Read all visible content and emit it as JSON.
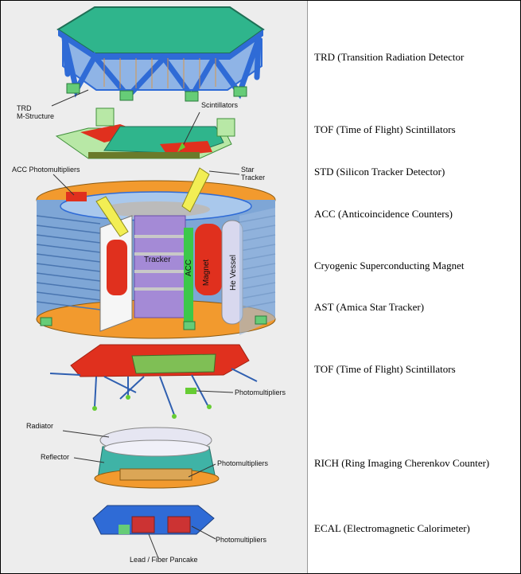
{
  "illustration_labels": {
    "trd_m_structure": "TRD\nM-Structure",
    "scintillators": "Scintillators",
    "acc_photomultipliers": "ACC Photomultipliers",
    "star_tracker": "Star\nTracker",
    "tracker": "Tracker",
    "acc": "ACC",
    "magnet": "Magnet",
    "he_vessel": "He Vessel",
    "photomultipliers_tof": "Photomultipliers",
    "radiator": "Radiator",
    "reflector": "Reflector",
    "photomultipliers_rich": "Photomultipliers",
    "photomultipliers_ecal": "Photomultipliers",
    "lead_fiber": "Lead / Fiber Pancake"
  },
  "descriptions": [
    "TRD (Transition Radiation Detector",
    "TOF (Time of Flight) Scintillators",
    "STD (Silicon Tracker Detector)",
    "ACC (Anticoincidence Counters)",
    "Cryogenic Superconducting Magnet",
    "AST (Amica Star Tracker)",
    "TOF (Time of Flight) Scintillators",
    "RICH (Ring Imaging Cherenkov Counter)",
    "ECAL (Electromagnetic Calorimeter)"
  ],
  "colors": {
    "panel_bg": "#ededed",
    "frame_blue": "#2f6bd6",
    "top_green": "#2fb58c",
    "scint_red": "#e0301e",
    "light_green": "#9be38a",
    "magnet_blue": "#7ea6d6",
    "tracker_purple": "#a48ad6",
    "rich_teal": "#3fb3a6",
    "orange": "#f29a2e"
  }
}
